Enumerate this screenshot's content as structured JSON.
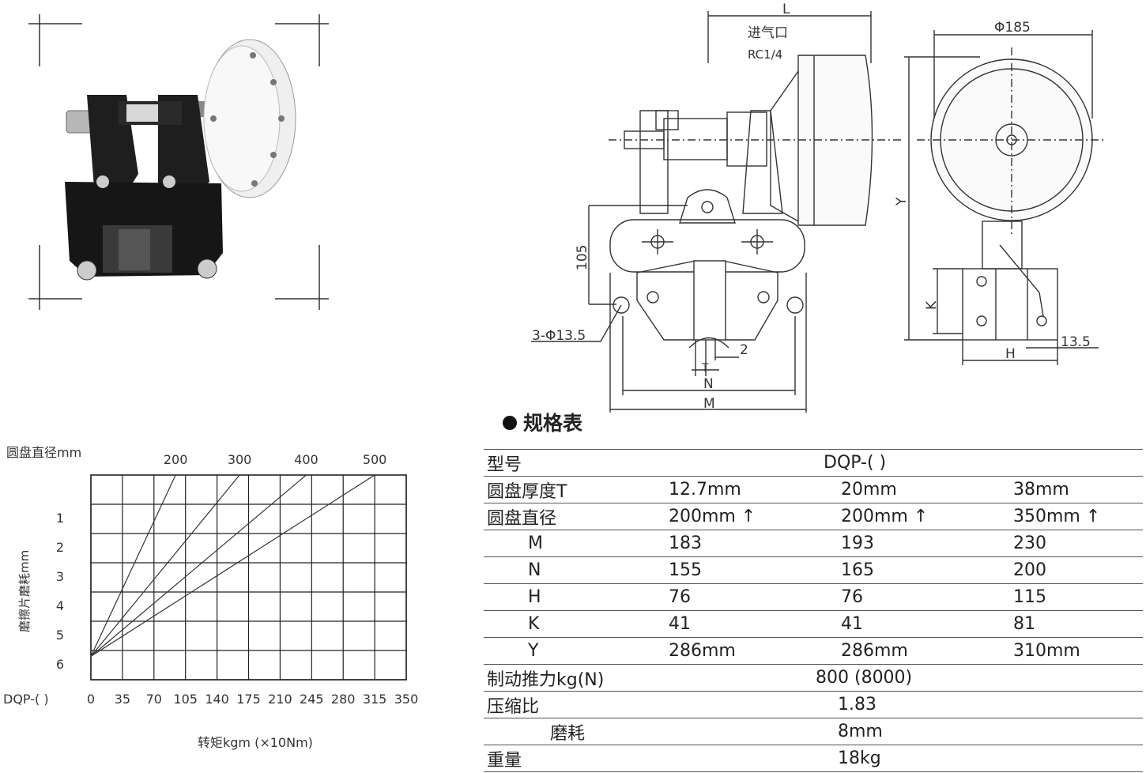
{
  "drawing": {
    "dim_L": "L",
    "inlet_label": "进气口",
    "inlet_thread": "RC1/4",
    "dim_phi185": "Φ185",
    "dim_Y": "Y",
    "dim_105": "105",
    "dim_K": "K",
    "dim_holes": "3-Φ13.5",
    "dim_2": "2",
    "dim_T": "T",
    "dim_N": "N",
    "dim_M": "M",
    "dim_H": "H",
    "dim_13_5": "13.5"
  },
  "spec": {
    "title": "规格表",
    "rows": [
      {
        "label": "型号",
        "span": "DQP-( )"
      },
      {
        "label": "圆盘厚度T",
        "v1": "12.7mm",
        "v2": "20mm",
        "v3": "38mm"
      },
      {
        "label": "圆盘直径",
        "v1": "200mm ↑",
        "v2": "200mm ↑",
        "v3": "350mm ↑"
      },
      {
        "label": "M",
        "v1": "183",
        "v2": "193",
        "v3": "230"
      },
      {
        "label": "N",
        "v1": "155",
        "v2": "165",
        "v3": "200"
      },
      {
        "label": "H",
        "v1": "76",
        "v2": "76",
        "v3": "115"
      },
      {
        "label": "K",
        "v1": "41",
        "v2": "41",
        "v3": "81"
      },
      {
        "label": "Y",
        "v1": "286mm",
        "v2": "286mm",
        "v3": "310mm"
      },
      {
        "label": "制动推力kg(N)",
        "span": "800 (8000)"
      },
      {
        "label": "压缩比",
        "span2": "1.83"
      },
      {
        "label": "磨耗",
        "span2": "8mm"
      },
      {
        "label": "重量",
        "span2": "18kg"
      }
    ]
  },
  "chart_data": {
    "type": "line",
    "y_axis_label": "磨擦片磨耗mm",
    "top_axis_label": "圆盘直径mm",
    "top_ticks": [
      "200",
      "300",
      "400",
      "500"
    ],
    "y_ticks": [
      "1",
      "2",
      "3",
      "4",
      "5",
      "6"
    ],
    "x_model_label": "DQP-( )",
    "x_ticks": [
      "0",
      "35",
      "70",
      "105",
      "140",
      "175",
      "210",
      "245",
      "280",
      "315",
      "350"
    ],
    "xlabel": "转矩kgm (×10Nm)",
    "xlim": [
      0,
      350
    ],
    "ylim": [
      0,
      6
    ],
    "grid": true,
    "series": [
      {
        "name": "200",
        "x": [
          0,
          94
        ],
        "y": [
          5.2,
          0
        ]
      },
      {
        "name": "300",
        "x": [
          0,
          165
        ],
        "y": [
          5.2,
          0
        ]
      },
      {
        "name": "400",
        "x": [
          0,
          239
        ],
        "y": [
          5.2,
          0
        ]
      },
      {
        "name": "500",
        "x": [
          0,
          315
        ],
        "y": [
          5.2,
          0
        ]
      }
    ]
  }
}
